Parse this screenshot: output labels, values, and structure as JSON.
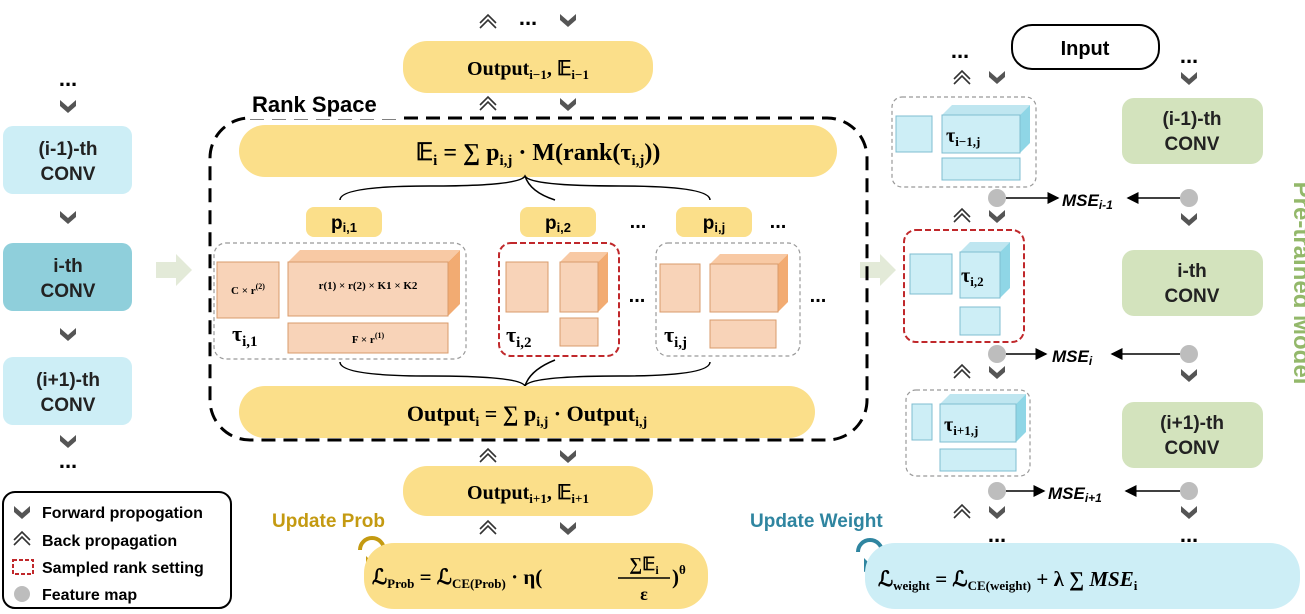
{
  "left_column": {
    "top_ellipsis": "...",
    "bottom_ellipsis": "...",
    "blocks": [
      {
        "line1": "(i-1)-th",
        "line2": "CONV"
      },
      {
        "line1": "i-th",
        "line2": "CONV"
      },
      {
        "line1": "(i+1)-th",
        "line2": "CONV"
      }
    ]
  },
  "legend": {
    "forward": "Forward propogation",
    "back": "Back propagation",
    "sampled": "Sampled rank setting",
    "feature": "Feature map"
  },
  "center": {
    "top_ellipsis": "...",
    "output_prev": "Output",
    "output_prev_sub": "i−1",
    "output_prev_E": ", 𝔼",
    "output_prev_E_sub": "i−1",
    "rank_space_title": "Rank Space",
    "expectation_E": "𝔼",
    "expectation_sub": "i",
    "expectation_rest": " = ∑ p",
    "expectation_psub": "i,j",
    "expectation_tail": " · M(rank(τ",
    "expectation_tsub": "i,j",
    "expectation_end": "))",
    "probs": [
      {
        "label": "p",
        "sub": "i,1"
      },
      {
        "label": "p",
        "sub": "i,2"
      },
      {
        "label": "p",
        "sub": "i,j"
      }
    ],
    "prob_ellipsis_1": "...",
    "prob_ellipsis_2": "...",
    "cand1_core": "C × r",
    "cand1_core_sup": "(2)",
    "cand1_tensor": "r",
    "cand1_tensor_full": "r(1) × r(2) × K1 × K2",
    "cand1_factor": "F × r",
    "cand1_factor_sup": "(1)",
    "tau1": "τ",
    "tau1_sub": "i,1",
    "tau2": "τ",
    "tau2_sub": "i,2",
    "tauj": "τ",
    "tauj_sub": "i,j",
    "cand_ellipsis_1": "...",
    "cand_ellipsis_2": "...",
    "output_sum": "Output",
    "output_sum_sub": "i",
    "output_sum_mid": " = ∑ p",
    "output_sum_psub": "i,j",
    "output_sum_tail": " · Output",
    "output_sum_tsub": "i,j",
    "output_next": "Output",
    "output_next_sub": "i+1",
    "output_next_E": ", 𝔼",
    "output_next_E_sub": "i+1",
    "update_prob": "Update Prob",
    "loss_prob_L": "ℒ",
    "loss_prob_sub": "Prob",
    "loss_prob_eq": " = ℒ",
    "loss_prob_sub2": "CE(Prob)",
    "loss_prob_eta": " · η(",
    "loss_prob_num": "∑𝔼",
    "loss_prob_num_sub": "i",
    "loss_prob_den": "ε",
    "loss_prob_close": ")",
    "loss_prob_exp": "θ"
  },
  "right": {
    "input_label": "Input",
    "top_ellipsis_1": "...",
    "top_ellipsis_2": "...",
    "bottom_ellipsis_1": "...",
    "bottom_ellipsis_2": "...",
    "tau_prev": "τ",
    "tau_prev_sub": "i−1,j",
    "tau_cur": "τ",
    "tau_cur_sub": "i,2",
    "tau_next": "τ",
    "tau_next_sub": "i+1,j",
    "pretrained": [
      {
        "line1": "(i-1)-th",
        "line2": "CONV"
      },
      {
        "line1": "i-th",
        "line2": "CONV"
      },
      {
        "line1": "(i+1)-th",
        "line2": "CONV"
      }
    ],
    "mse_prev": "MSE",
    "mse_prev_sub": "i-1",
    "mse_cur": "MSE",
    "mse_cur_sub": "i",
    "mse_next": "MSE",
    "mse_next_sub": "i+1",
    "pretrained_label": "Pre-trained Model",
    "update_weight": "Update Weight",
    "loss_w_L": "ℒ",
    "loss_w_sub": "weight",
    "loss_w_eq": " = ℒ",
    "loss_w_sub2": "CE(weight)",
    "loss_w_tail": " + λ ∑ ",
    "loss_w_mse": "MSE",
    "loss_w_mse_sub": "i"
  },
  "colors": {
    "light_blue": "#cdeef6",
    "mid_blue": "#8fcfdb",
    "yellow": "#fbdf8a",
    "peach": "#f8d3b8",
    "peach_dark": "#f2ab72",
    "green": "#d3e3bd",
    "green_text": "#93b86a",
    "gold_text": "#c49a11",
    "teal_text": "#2f85a0",
    "red_dash": "#c0282b"
  }
}
